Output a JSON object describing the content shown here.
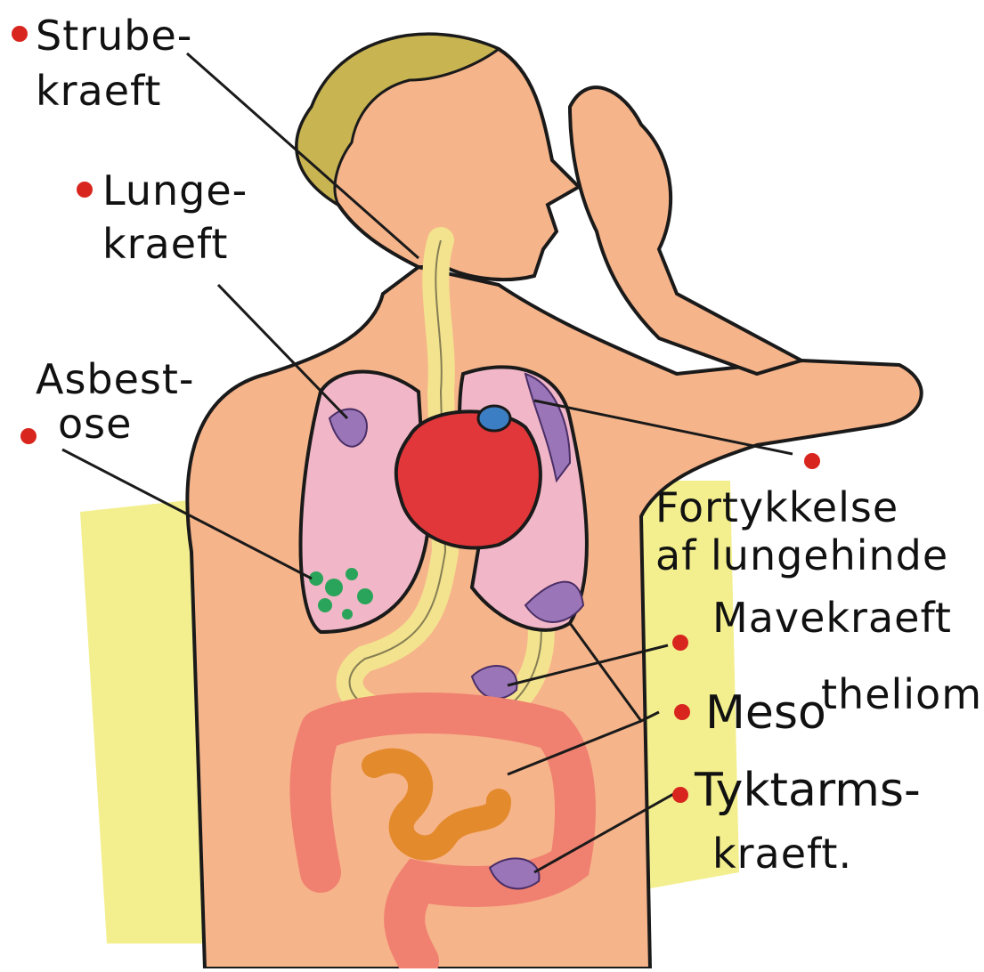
{
  "labels": {
    "strube_line1": "Strube-",
    "strube_line2": "kraeft",
    "lunge_line1": "Lunge-",
    "lunge_line2": "kraeft",
    "asbest_line1": "Asbest-",
    "asbest_line2": "ose",
    "fortykkelse_line1": "Fortykkelse",
    "fortykkelse_line2": "af lungehinde",
    "mave": "Mavekraeft",
    "meso_part1": "Meso",
    "meso_part2": "theliom",
    "tyktarm_line1": "Tyktarms-",
    "tyktarm_line2": "kraeft."
  },
  "colors": {
    "skin": "#f6b48a",
    "skin_shadow": "#ef8a66",
    "hair": "#c9b452",
    "lung": "#f1b7c8",
    "tumor": "#9a76b8",
    "heart": "#e2373a",
    "esophagus": "#f3e38e",
    "colon": "#f08070",
    "small_intestine": "#e38a2c",
    "asbestos": "#2aa45a",
    "marker_dot": "#d8261f",
    "background_wash": "#f1ec7a"
  }
}
